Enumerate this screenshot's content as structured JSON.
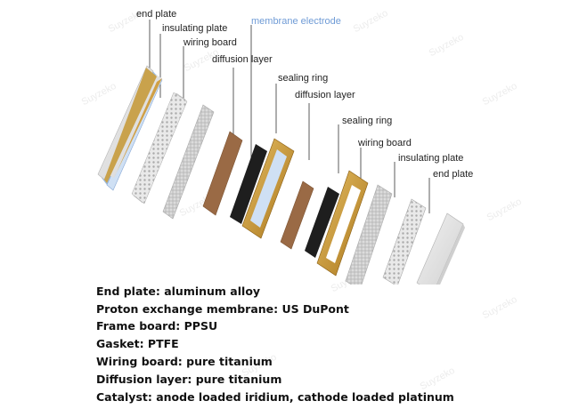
{
  "labels": {
    "end_plate_left": "end plate",
    "insulating_plate_left": "insulating plate",
    "wiring_board_left": "wiring board",
    "diffusion_layer_left": "diffusion layer",
    "membrane_electrode": "membrane electrode",
    "sealing_ring_left": "sealing ring",
    "diffusion_layer_right": "diffusion layer",
    "sealing_ring_right": "sealing ring",
    "wiring_board_right": "wiring board",
    "insulating_plate_right": "insulating plate",
    "end_plate_right": "end plate"
  },
  "specs": [
    "End plate: aluminum alloy",
    "Proton exchange membrane: US DuPont",
    "Frame board: PPSU",
    "Gasket: PTFE",
    "Wiring board: pure titanium",
    "Diffusion layer: pure titanium",
    "Catalyst: anode loaded iridium, cathode loaded platinum"
  ],
  "watermark": "Suyzeko",
  "colors": {
    "label_text": "#222222",
    "membrane_label": "#6f9bd6",
    "gold": "#c9962a",
    "carbon": "#1e1e1e",
    "carbon_paper": "#9a6a45",
    "membrane": "#cfe0f4",
    "metal_plate": "#e4e4e4"
  }
}
